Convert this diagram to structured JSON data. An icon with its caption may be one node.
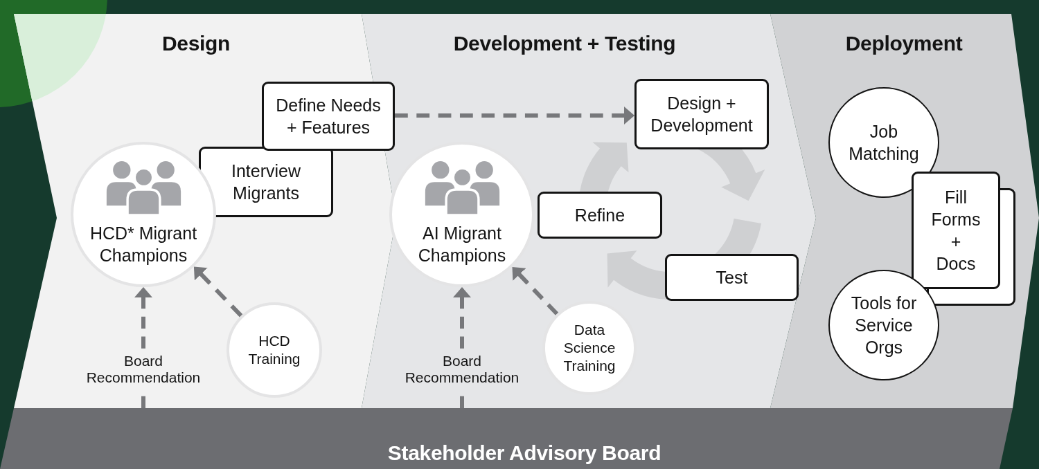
{
  "diagram": {
    "nodes": [
      {
        "text": [
          "Design"
        ]
      },
      {
        "text": [
          "Define Needs + Features"
        ],
        "in": 0
      },
      {
        "text": [
          "Interview Migrants"
        ],
        "in": 0
      },
      {
        "text": [
          "HCD* Migrant Champions"
        ],
        "in": 0
      },
      {
        "text": [
          "HCD Training"
        ],
        "in": 0
      },
      {
        "text": [
          "Development + Testing"
        ]
      },
      {
        "text": [
          "Design + Development"
        ],
        "in": 5
      },
      {
        "text": [
          "AI Migrant Champions"
        ],
        "in": 5
      },
      {
        "text": [
          "Refine"
        ],
        "in": 5
      },
      {
        "text": [
          "Test"
        ],
        "in": 5
      },
      {
        "text": [
          "Data Science Training"
        ],
        "in": 5
      },
      {
        "text": [
          "Deployment"
        ]
      },
      {
        "text": [
          "Job Matching"
        ],
        "in": 11
      },
      {
        "text": [
          "Fill Forms + Docs"
        ],
        "in": 11
      },
      {
        "text": [
          "Tools for Service Orgs"
        ],
        "in": 11
      },
      {
        "text": [
          "Stakeholder Advisory Board"
        ]
      }
    ],
    "edges": [
      {
        "from": 1,
        "to": 6,
        "arrow": "to",
        "style": "dashed"
      },
      {
        "from": 15,
        "to": 3,
        "arrow": "to",
        "label": "Board Recommendation",
        "style": "dashed"
      },
      {
        "from": 4,
        "to": 3,
        "arrow": "to",
        "style": "dashed"
      },
      {
        "from": 15,
        "to": 7,
        "arrow": "to",
        "label": "Board Recommendation",
        "style": "dashed"
      },
      {
        "from": 10,
        "to": 7,
        "arrow": "to",
        "style": "dashed"
      }
    ]
  }
}
